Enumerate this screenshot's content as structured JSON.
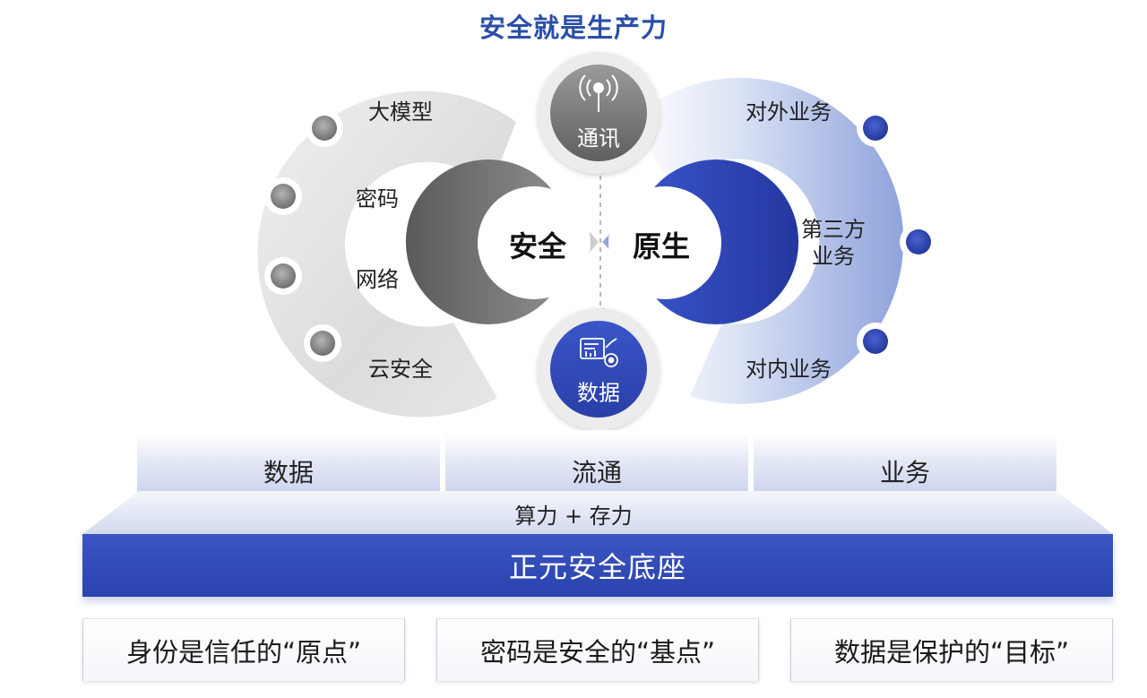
{
  "title": "安全就是生产力",
  "left_loop": {
    "items": [
      "大模型",
      "密码",
      "网络",
      "云安全"
    ],
    "core": "安全"
  },
  "right_loop": {
    "items": [
      "对外业务",
      "第三方\n业务",
      "对内业务"
    ],
    "core": "原生"
  },
  "center": {
    "top_bubble": "通讯",
    "bottom_bubble": "数据"
  },
  "pillars": [
    "数据",
    "流通",
    "业务"
  ],
  "compute": "算力 + 存力",
  "base": "正元安全底座",
  "principles": [
    "身份是信任的“原点”",
    "密码是安全的“基点”",
    "数据是保护的“目标”"
  ],
  "colors": {
    "title": "#2b4fa8",
    "left_ring": "#d9d9d9",
    "left_core": "#6b6b6b",
    "right_ring": "#b3c1e6",
    "right_core": "#2b3fae",
    "base": "#3049b4"
  },
  "icons": [
    "antenna-icon",
    "data-dashboard-icon"
  ]
}
